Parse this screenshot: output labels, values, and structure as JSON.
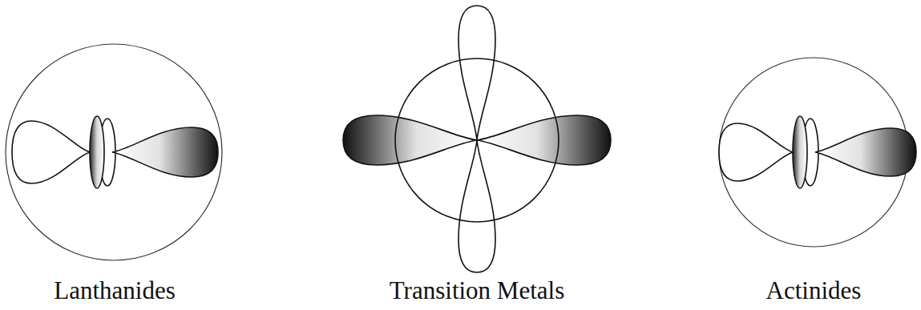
{
  "diagram": {
    "labels": [
      "Lanthanides",
      "Transition Metals",
      "Actinides"
    ]
  }
}
